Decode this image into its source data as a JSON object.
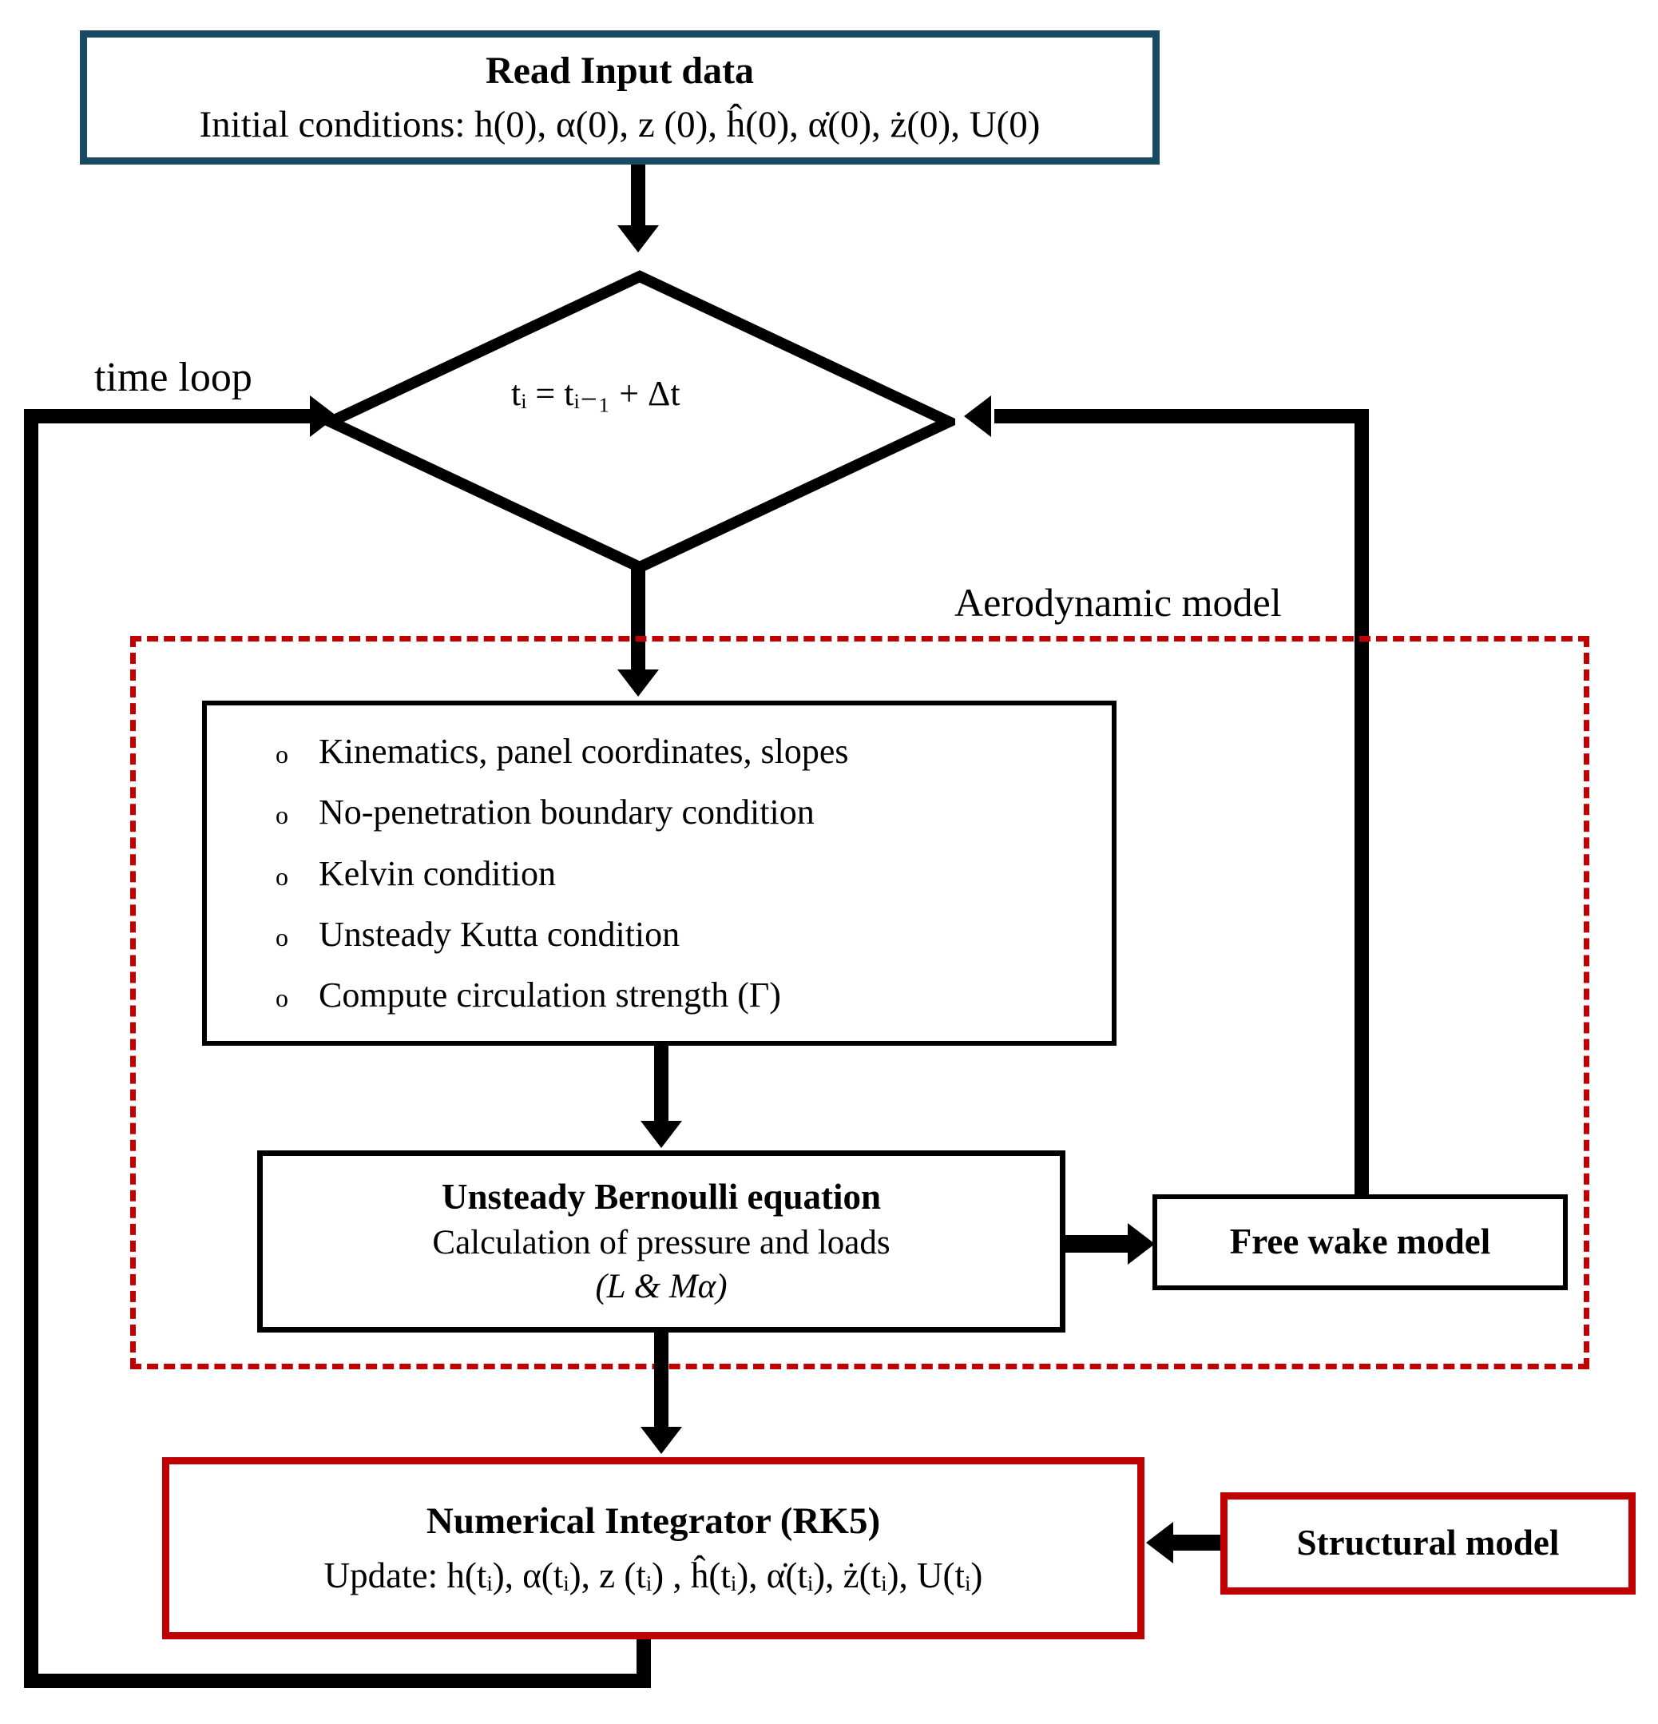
{
  "diagram": {
    "title": "Aeroelastic time-marching simulation flowchart",
    "colors": {
      "input_border": "#184A63",
      "aero_dashed_border": "#C00000",
      "structural_border": "#C00000",
      "integrator_border": "#C00000",
      "connector": "#000000"
    }
  },
  "read_input": {
    "title": "Read Input data",
    "conditions": "Initial conditions: h(0), α(0), z (0), ĥ(0), α̇(0), ż(0), U(0)"
  },
  "time_loop": {
    "label": "time loop"
  },
  "diamond": {
    "line1": "tᵢ",
    "line2": "= tᵢ₋₁ + Δt"
  },
  "aerodynamic_model": {
    "label": "Aerodynamic model",
    "steps": [
      {
        "bullet": "o",
        "text": "Kinematics, panel coordinates, slopes"
      },
      {
        "bullet": "o",
        "text": "No-penetration boundary condition"
      },
      {
        "bullet": "o",
        "text": "Kelvin condition"
      },
      {
        "bullet": "o",
        "text": "Unsteady Kutta condition"
      },
      {
        "bullet": "o",
        "text": "Compute circulation strength (Γ)"
      }
    ]
  },
  "bernoulli": {
    "title": "Unsteady Bernoulli equation",
    "line2": "Calculation of pressure and loads",
    "line3": "(L &  Mα)"
  },
  "free_wake": {
    "label": "Free wake model"
  },
  "integrator": {
    "title": "Numerical Integrator (RK5)",
    "update": "Update: h(tᵢ), α(tᵢ), z (tᵢ) , ĥ(tᵢ), α̇(tᵢ), ż(tᵢ), U(tᵢ)"
  },
  "structural": {
    "label": "Structural model"
  }
}
